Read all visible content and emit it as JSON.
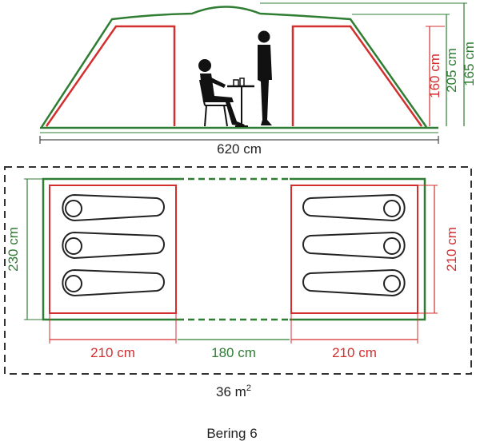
{
  "diagram": {
    "product_name": "Bering 6",
    "side_view": {
      "length_label": "620 cm",
      "bedroom_height_label": "160 cm",
      "living_height_label": "205 cm",
      "side_height_label": "165 cm"
    },
    "floor_plan": {
      "width_label": "230 cm",
      "bedroom_depth_label": "210 cm",
      "left_bedroom_label": "210 cm",
      "center_label": "180 cm",
      "right_bedroom_label": "210 cm",
      "area_value": "36 m",
      "area_exp": "2"
    },
    "colors": {
      "outer_tent": "#2e7d32",
      "bedroom": "#d32f2f",
      "footprint": "#333333"
    }
  }
}
